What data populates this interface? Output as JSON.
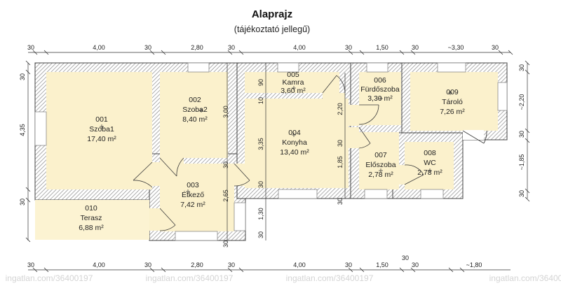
{
  "header": {
    "title": "Alaprajz",
    "subtitle": "(tájékoztató jellegű)"
  },
  "watermark": "ingatlan.com/36400197",
  "colors": {
    "room_fill": "#fbf1cc",
    "wall_hatch": "#8c8c8c",
    "line": "#333333"
  },
  "rooms": [
    {
      "number": "001",
      "name": "Szoba1",
      "area": "17,40 m²"
    },
    {
      "number": "002",
      "name": "Szoba2",
      "area": "8,40 m²"
    },
    {
      "number": "003",
      "name": "Étkező",
      "area": "7,42 m²"
    },
    {
      "number": "004",
      "name": "Konyha",
      "area": "13,40 m²"
    },
    {
      "number": "005",
      "name": "Kamra",
      "area": "3,60 m²"
    },
    {
      "number": "006",
      "name": "Fürdőszoba",
      "area": "3,30 m²"
    },
    {
      "number": "007",
      "name": "Előszoba",
      "area": "2,78 m²"
    },
    {
      "number": "008",
      "name": "WC",
      "area": "2,78 m²"
    },
    {
      "number": "009",
      "name": "Tároló",
      "area": "7,26 m²"
    },
    {
      "number": "010",
      "name": "Terasz",
      "area": "6,88 m²"
    }
  ],
  "dimensions": {
    "top": [
      "30",
      "4,00",
      "30",
      "2,80",
      "30",
      "4,00",
      "30",
      "1,50",
      "30",
      "~3,30",
      "30"
    ],
    "bottom": [
      "30",
      "4,00",
      "30",
      "2,80",
      "30",
      "4,00",
      "30",
      "1,50",
      "30",
      "~1,80"
    ],
    "bottom_extra": "30",
    "left": [
      "30",
      "4,35",
      "30"
    ],
    "right": [
      "30",
      "~2,20",
      "30",
      "~1,85",
      "30"
    ],
    "inner": [
      "90",
      "10",
      "2,20",
      "30",
      "1,85",
      "30",
      "3,00",
      "30",
      "3,35",
      "30",
      "2,65",
      "1,30",
      "30",
      "30"
    ]
  }
}
